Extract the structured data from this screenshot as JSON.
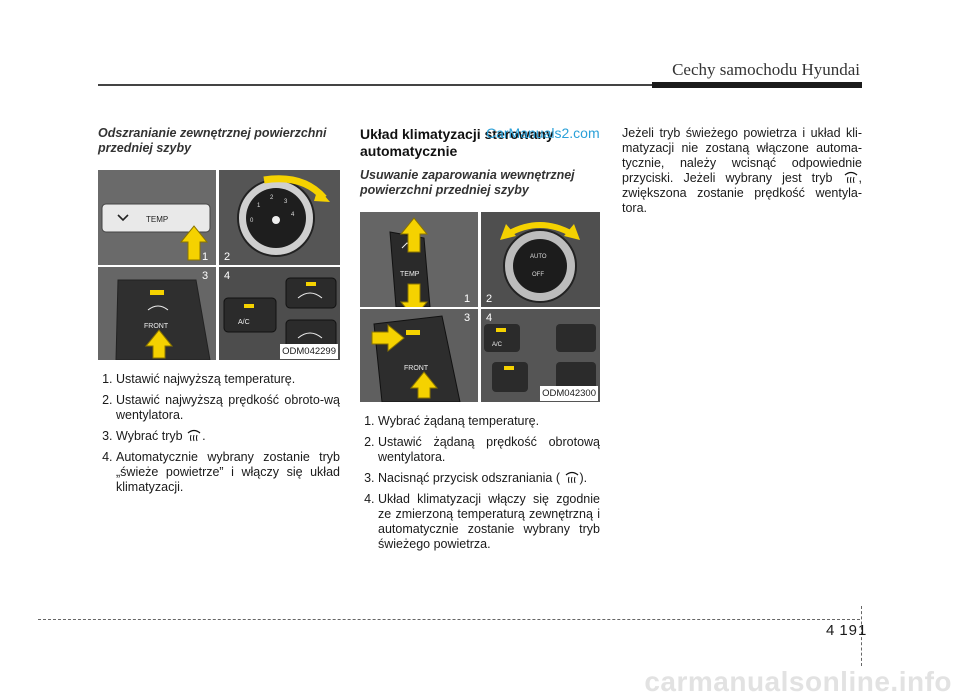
{
  "header": {
    "title": "Cechy samochodu Hyundai"
  },
  "left": {
    "subhead": "Odszranianie zewnętrznej powierzchni przedniej szyby",
    "figure": {
      "code": "ODM042299",
      "n1": "1",
      "n2": "2",
      "n3": "3",
      "n4": "4",
      "temp": "TEMP",
      "front": "FRONT",
      "ac": "A/C"
    },
    "steps": [
      "Ustawić najwyższą temperaturę.",
      "Ustawić najwyższą prędkość obroto-wą wentylatora.",
      "Wybrać tryb",
      "Automatycznie wybrany zostanie tryb „świeże powietrze” i włączy się układ klimatyzacji."
    ],
    "steps_suffix": "."
  },
  "middle": {
    "heading": "Układ klimatyzacji sterowany automatycznie",
    "watermark": "CarManuals2.com",
    "subhead": "Usuwanie zaparowania wewnętrznej powierzchni przedniej szyby",
    "figure": {
      "code": "ODM042300",
      "n1": "1",
      "n2": "2",
      "n3": "3",
      "n4": "4",
      "temp": "TEMP",
      "front": "FRONT",
      "ac": "A/C",
      "auto": "AUTO",
      "off": "OFF"
    },
    "steps": [
      "Wybrać żądaną temperaturę.",
      "Ustawić żądaną prędkość obrotową wentylatora.",
      "Nacisnąć przycisk odszraniania (",
      "Układ klimatyzacji włączy się zgodnie ze zmierzoną temperaturą zewnętrzną i automatycznie zostanie wybrany tryb świeżego powietrza."
    ],
    "step3_suffix": ")."
  },
  "right": {
    "para_start": "Jeżeli tryb świeżego powietrza i układ kli-matyzacji nie zostaną włączone automa-tycznie, należy wcisnąć odpowiednie przyciski. Jeżeli wybrany jest tryb",
    "para_end": ", zwiększona zostanie prędkość wentyla-tora."
  },
  "footer": {
    "chapter": "4",
    "page": "191",
    "site": "carmanualsonline.info"
  },
  "colors": {
    "arrow": "#f5d200",
    "panel": "#2b2b2b",
    "accent": "#2aa0d8"
  }
}
